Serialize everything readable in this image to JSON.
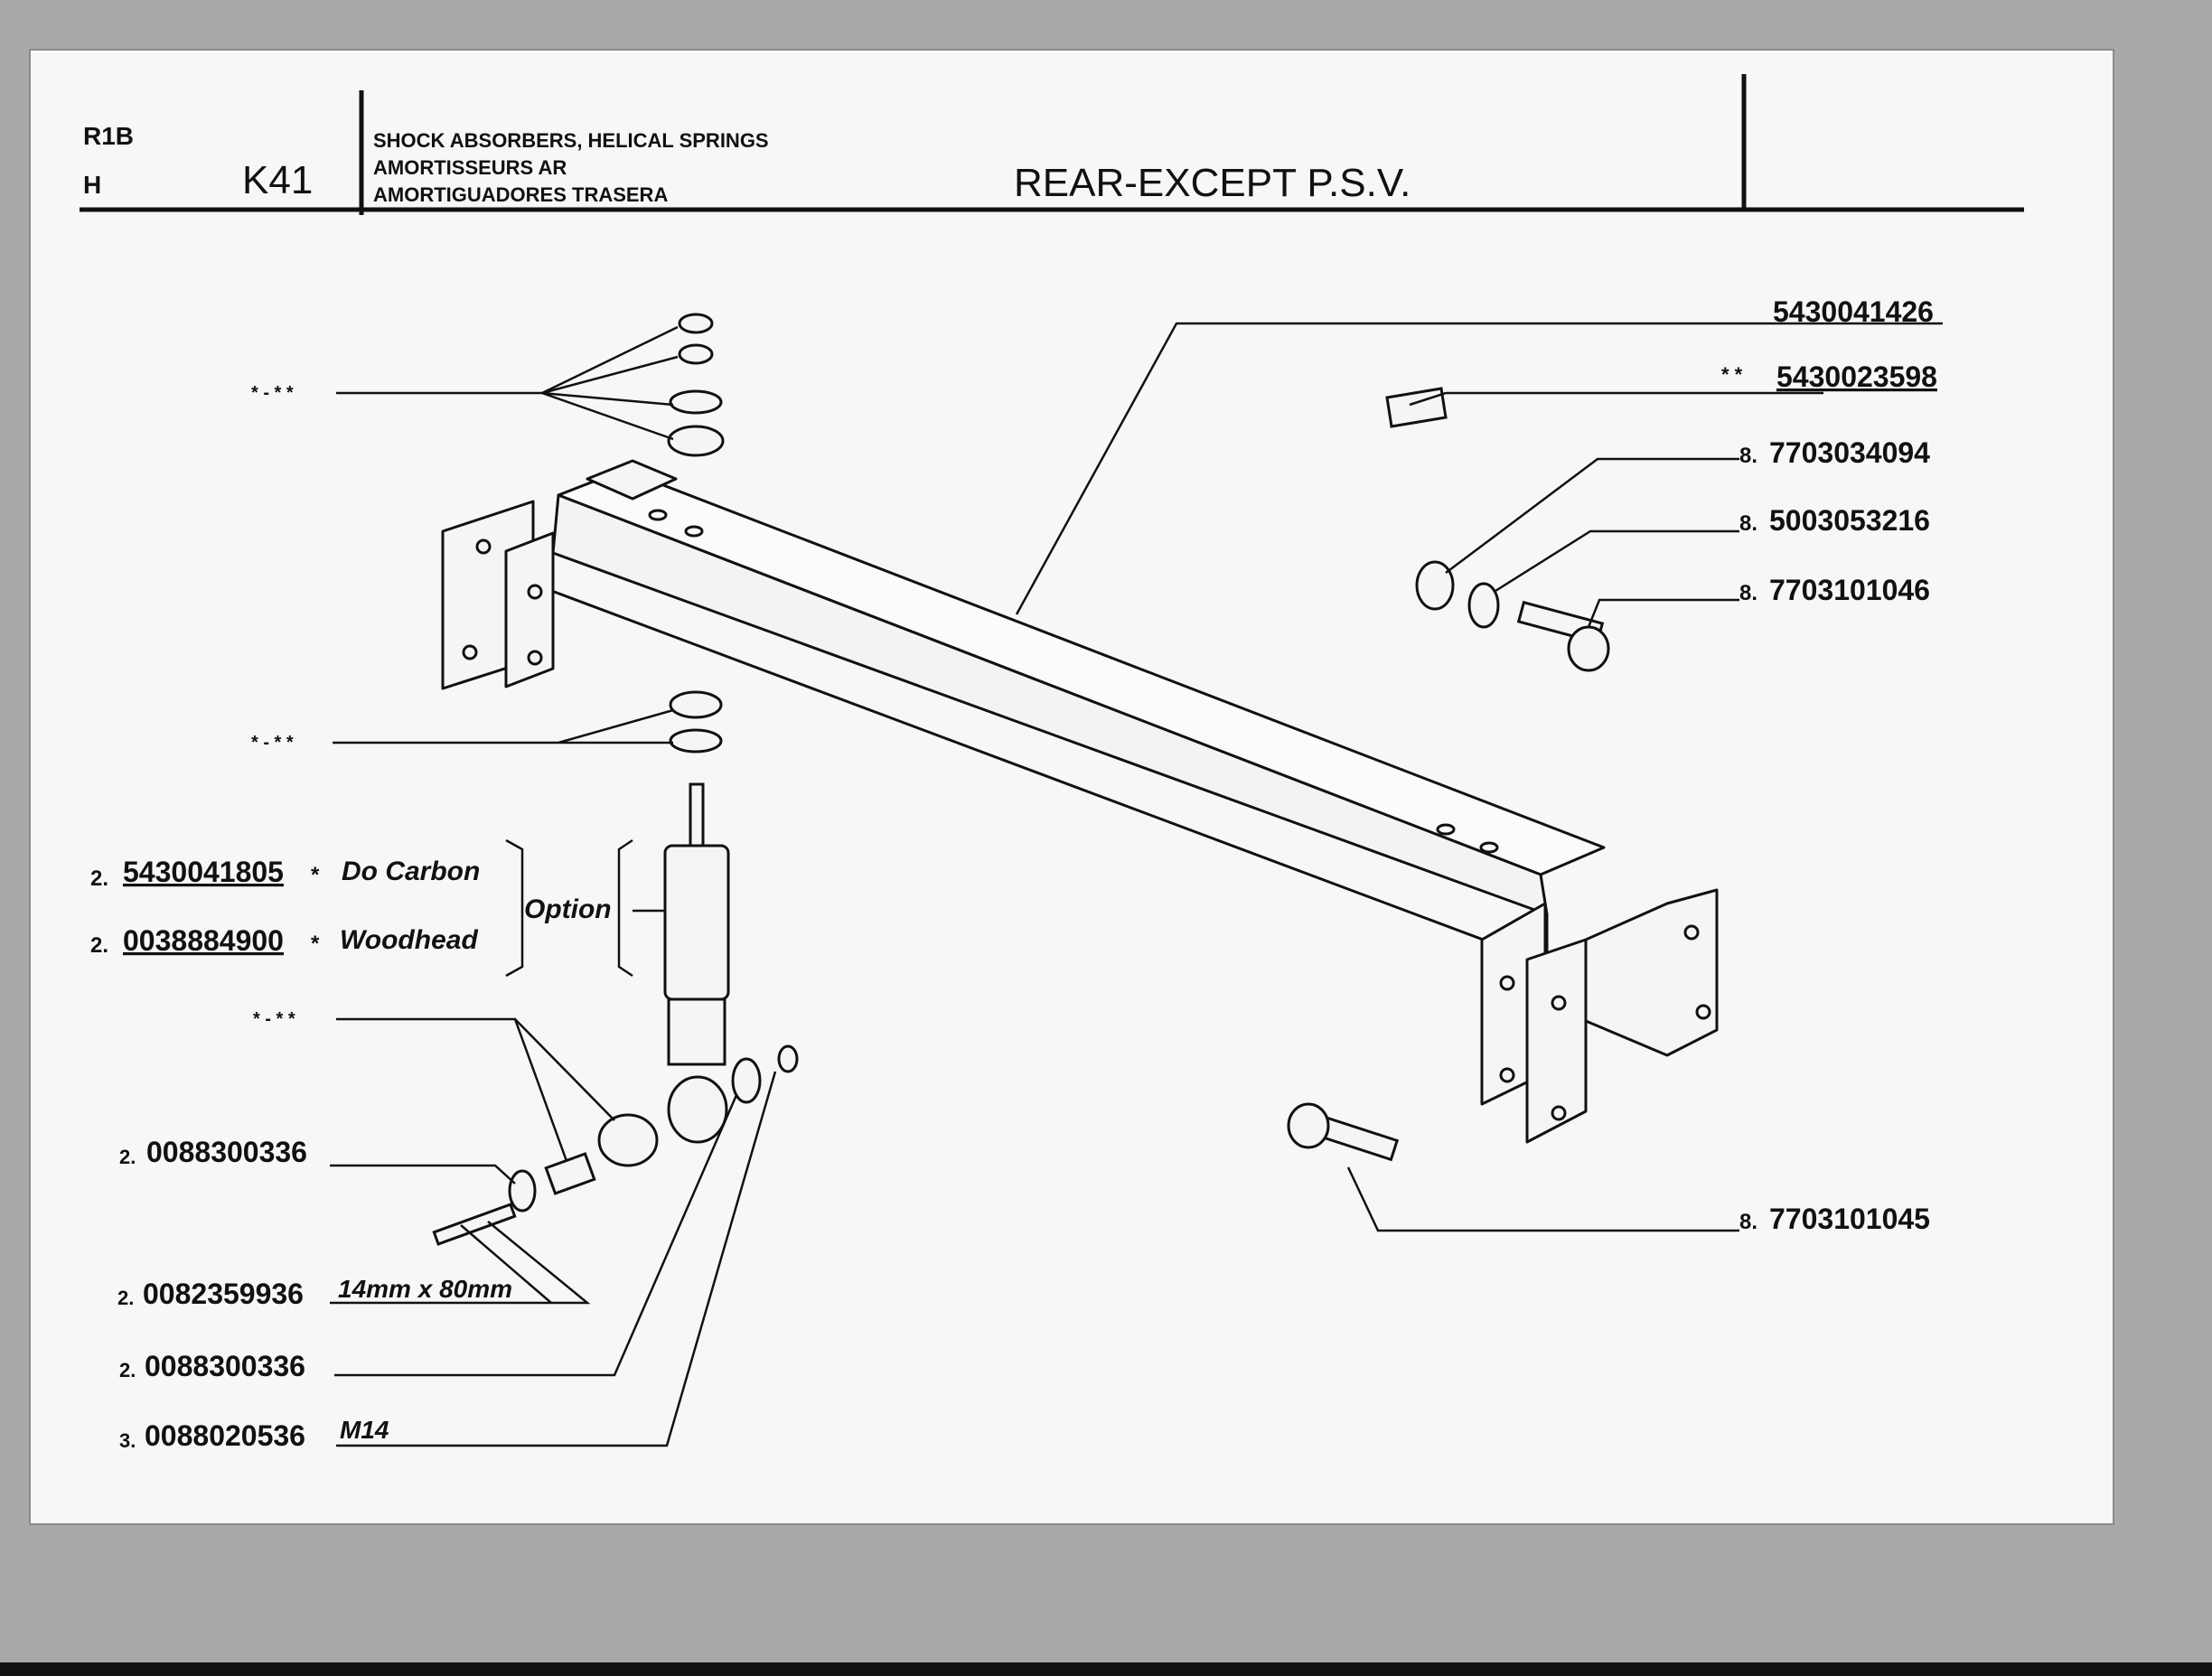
{
  "header": {
    "model": "R1B",
    "variant": "H",
    "group_code": "K41",
    "description_lines": [
      "SHOCK ABSORBERS, HELICAL SPRINGS",
      "AMORTISSEURS AR",
      "AMORTIGUADORES TRASERA"
    ],
    "title": "REAR-EXCEPT P.S.V."
  },
  "parts_right": [
    {
      "qty": "",
      "marker": "",
      "part_no": "5430041426",
      "note": ""
    },
    {
      "qty": "",
      "marker": "* *",
      "part_no": "5430023598",
      "note": ""
    },
    {
      "qty": "8.",
      "marker": "",
      "part_no": "7703034094",
      "note": ""
    },
    {
      "qty": "8.",
      "marker": "",
      "part_no": "5003053216",
      "note": ""
    },
    {
      "qty": "8.",
      "marker": "",
      "part_no": "7703101046",
      "note": ""
    },
    {
      "qty": "8.",
      "marker": "",
      "part_no": "7703101045",
      "note": ""
    }
  ],
  "parts_left": [
    {
      "qty": "",
      "marker": "* - * *",
      "part_no": "",
      "note": ""
    },
    {
      "qty": "",
      "marker": "* - * *",
      "part_no": "",
      "note": ""
    },
    {
      "qty": "2.",
      "marker": "*",
      "part_no": "5430041805",
      "note": "Do Carbon"
    },
    {
      "qty": "2.",
      "marker": "*",
      "part_no": "0038884900",
      "note": "Woodhead"
    },
    {
      "qty": "",
      "marker": "* - * *",
      "part_no": "",
      "note": ""
    },
    {
      "qty": "2.",
      "marker": "",
      "part_no": "0088300336",
      "note": ""
    },
    {
      "qty": "2.",
      "marker": "",
      "part_no": "0082359936",
      "note": "14mm x 80mm"
    },
    {
      "qty": "2.",
      "marker": "",
      "part_no": "0088300336",
      "note": ""
    },
    {
      "qty": "3.",
      "marker": "",
      "part_no": "0088020536",
      "note": "M14"
    }
  ],
  "option_label": "Option"
}
